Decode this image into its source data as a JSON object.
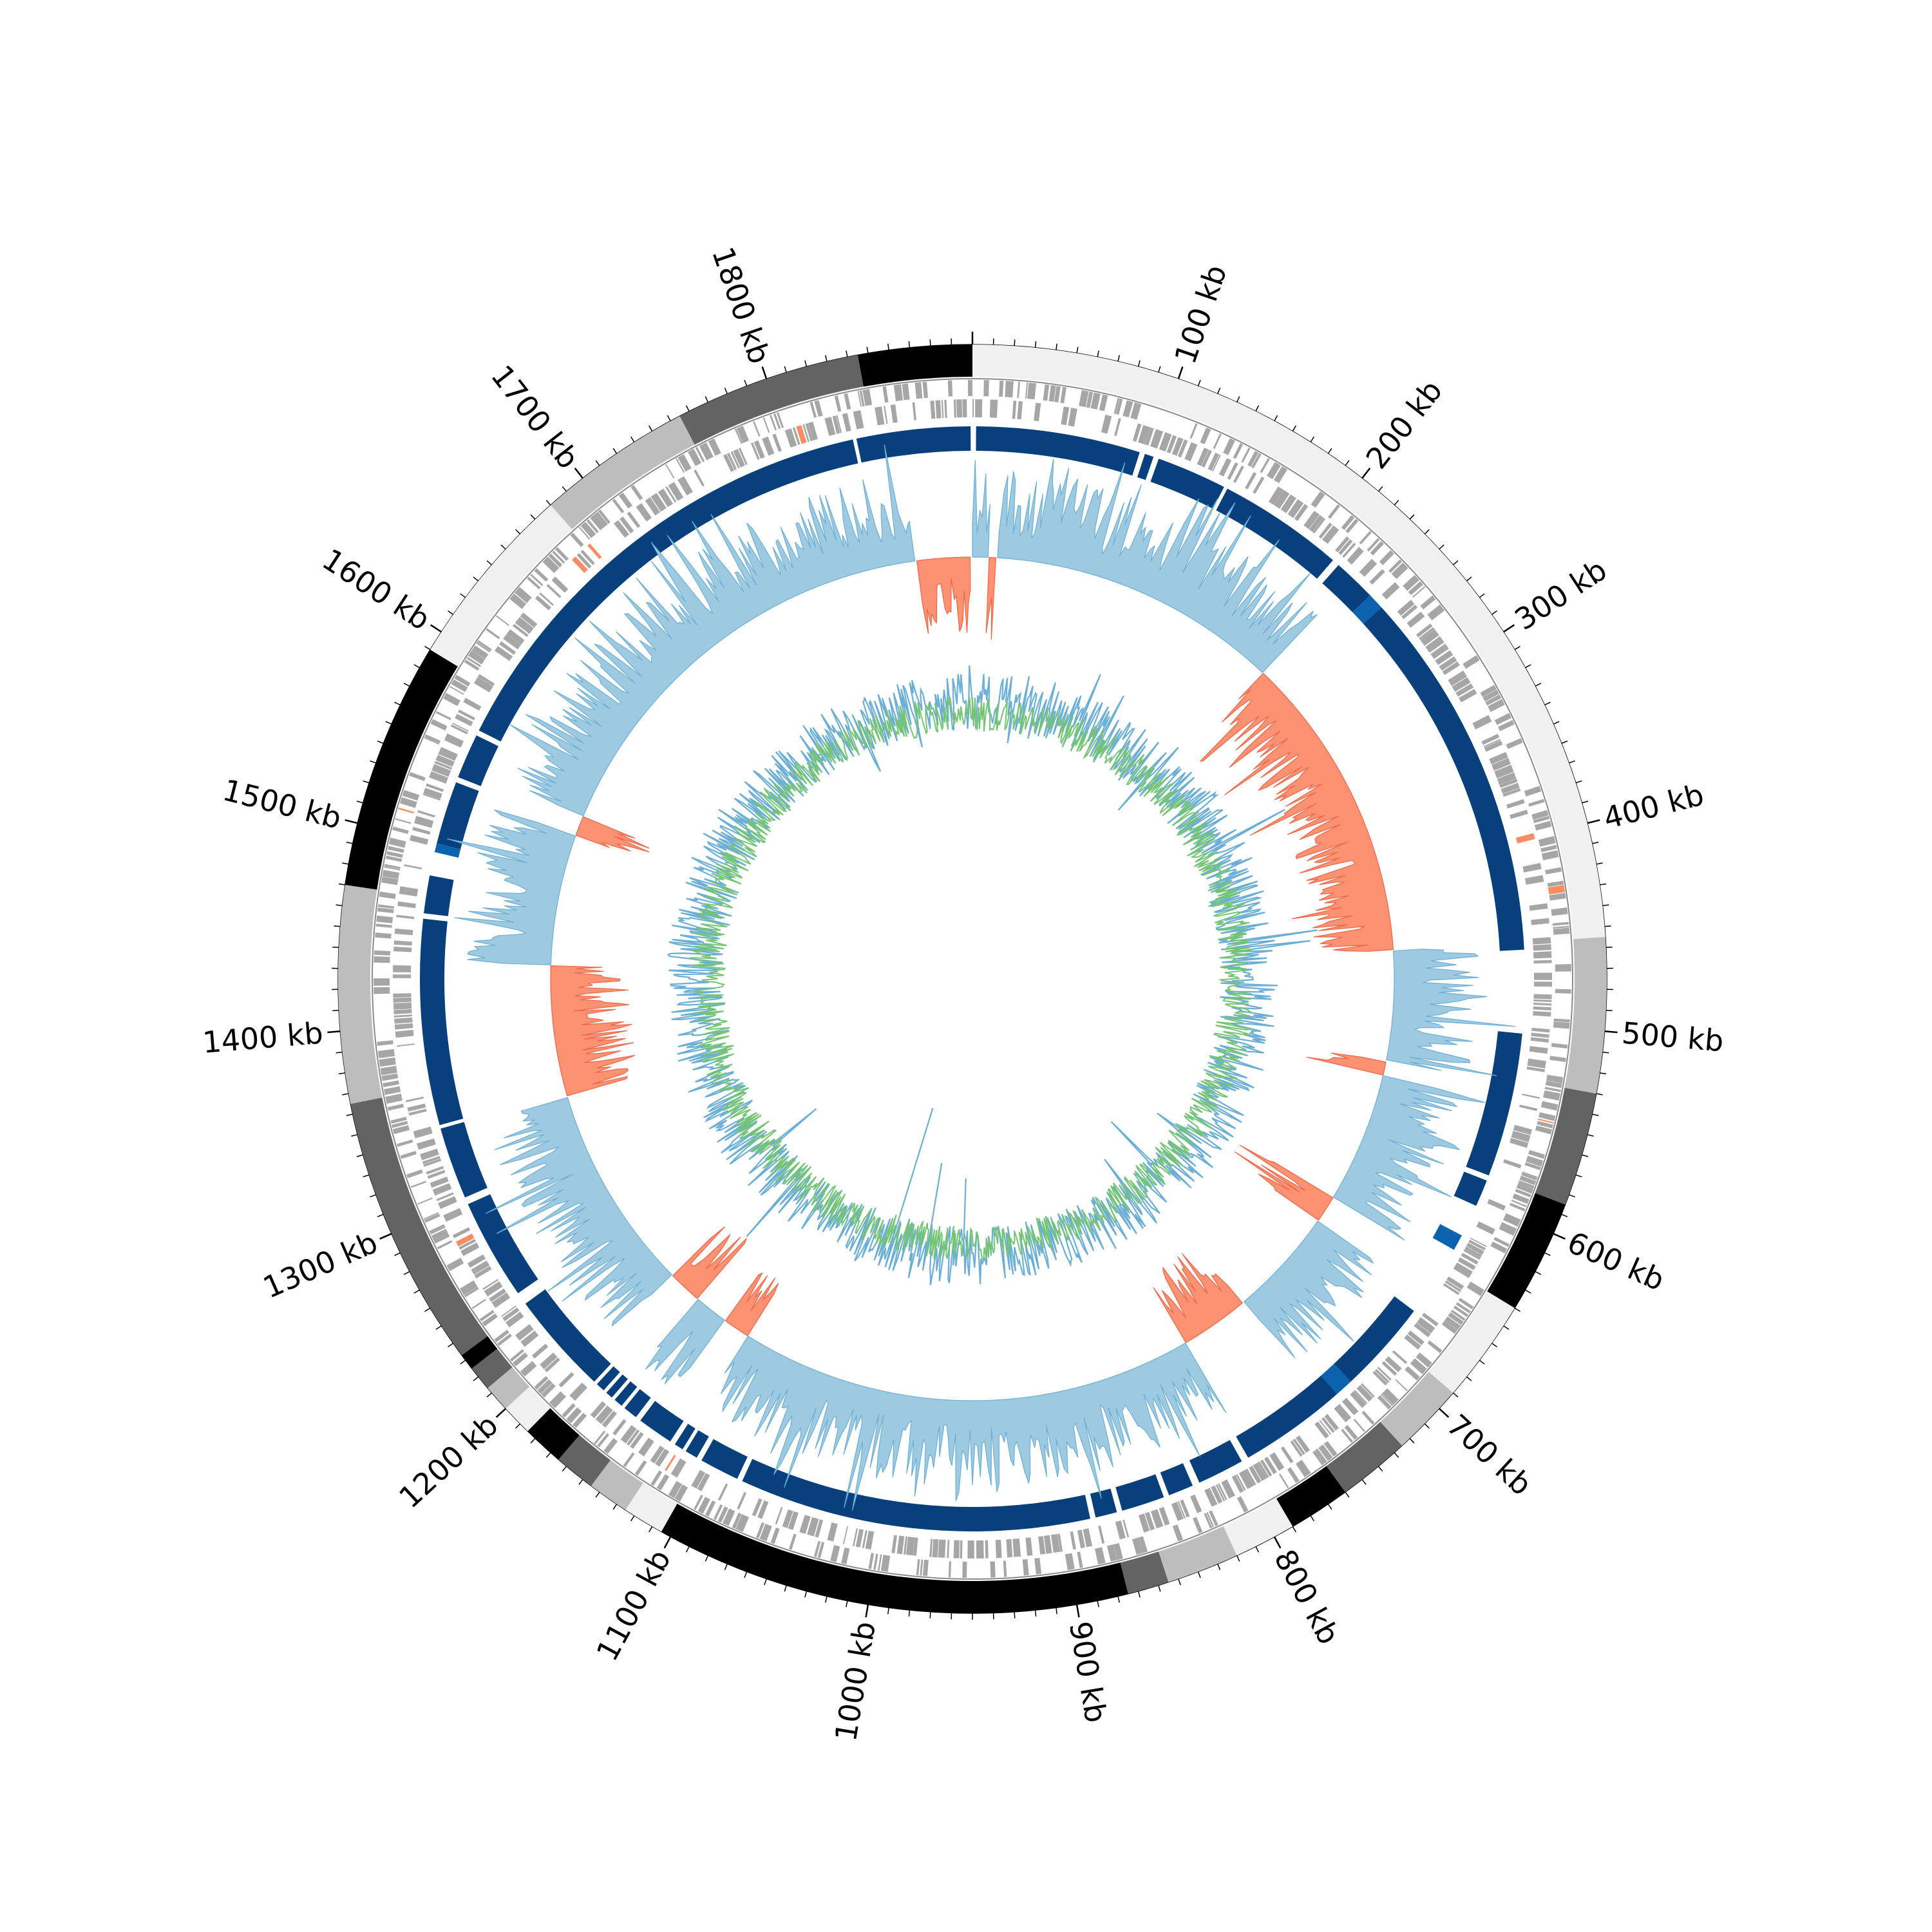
{
  "chart_data": {
    "type": "circular-genome-map",
    "genome_length_kb": 1900,
    "tick_labels": [
      {
        "kb": 100,
        "label": "100 kb"
      },
      {
        "kb": 200,
        "label": "200 kb"
      },
      {
        "kb": 300,
        "label": "300 kb"
      },
      {
        "kb": 400,
        "label": "400 kb"
      },
      {
        "kb": 500,
        "label": "500 kb"
      },
      {
        "kb": 600,
        "label": "600 kb"
      },
      {
        "kb": 700,
        "label": "700 kb"
      },
      {
        "kb": 800,
        "label": "800 kb"
      },
      {
        "kb": 900,
        "label": "900 kb"
      },
      {
        "kb": 1000,
        "label": "1000 kb"
      },
      {
        "kb": 1100,
        "label": "1100 kb"
      },
      {
        "kb": 1200,
        "label": "1200 kb"
      },
      {
        "kb": 1300,
        "label": "1300 kb"
      },
      {
        "kb": 1400,
        "label": "1400 kb"
      },
      {
        "kb": 1500,
        "label": "1500 kb"
      },
      {
        "kb": 1600,
        "label": "1600 kb"
      },
      {
        "kb": 1700,
        "label": "1700 kb"
      },
      {
        "kb": 1800,
        "label": "1800 kb"
      }
    ],
    "contig_track": [
      {
        "start": 0,
        "end": 455,
        "color": "#f0f0f0"
      },
      {
        "start": 455,
        "end": 530,
        "color": "#bdbdbd"
      },
      {
        "start": 530,
        "end": 585,
        "color": "#636363"
      },
      {
        "start": 585,
        "end": 640,
        "color": "#000000"
      },
      {
        "start": 640,
        "end": 690,
        "color": "#f0f0f0"
      },
      {
        "start": 690,
        "end": 725,
        "color": "#bdbdbd"
      },
      {
        "start": 725,
        "end": 760,
        "color": "#636363"
      },
      {
        "start": 760,
        "end": 790,
        "color": "#000000"
      },
      {
        "start": 790,
        "end": 820,
        "color": "#f0f0f0"
      },
      {
        "start": 820,
        "end": 855,
        "color": "#bdbdbd"
      },
      {
        "start": 855,
        "end": 875,
        "color": "#636363"
      },
      {
        "start": 875,
        "end": 1105,
        "color": "#000000"
      },
      {
        "start": 1105,
        "end": 1125,
        "color": "#f0f0f0"
      },
      {
        "start": 1125,
        "end": 1145,
        "color": "#bdbdbd"
      },
      {
        "start": 1145,
        "end": 1165,
        "color": "#636363"
      },
      {
        "start": 1165,
        "end": 1185,
        "color": "#000000"
      },
      {
        "start": 1185,
        "end": 1200,
        "color": "#f0f0f0"
      },
      {
        "start": 1200,
        "end": 1213,
        "color": "#bdbdbd"
      },
      {
        "start": 1213,
        "end": 1225,
        "color": "#636363"
      },
      {
        "start": 1225,
        "end": 1233,
        "color": "#000000"
      },
      {
        "start": 1233,
        "end": 1365,
        "color": "#636363"
      },
      {
        "start": 1365,
        "end": 1470,
        "color": "#bdbdbd"
      },
      {
        "start": 1470,
        "end": 1590,
        "color": "#000000"
      },
      {
        "start": 1590,
        "end": 1680,
        "color": "#f0f0f0"
      },
      {
        "start": 1680,
        "end": 1755,
        "color": "#bdbdbd"
      },
      {
        "start": 1755,
        "end": 1845,
        "color": "#636363"
      },
      {
        "start": 1845,
        "end": 1900,
        "color": "#000000"
      }
    ],
    "alignment_blocks": [
      {
        "start": 2,
        "end": 93,
        "color": "#08407e"
      },
      {
        "start": 96,
        "end": 101,
        "color": "#08407e"
      },
      {
        "start": 104,
        "end": 143,
        "color": "#08407e"
      },
      {
        "start": 145,
        "end": 215,
        "color": "#08407e"
      },
      {
        "start": 219,
        "end": 243,
        "color": "#08407e"
      },
      {
        "start": 243,
        "end": 252,
        "color": "#0b63ad"
      },
      {
        "start": 252,
        "end": 459,
        "color": "#08407e"
      },
      {
        "start": 505,
        "end": 585,
        "color": "#08407e"
      },
      {
        "start": 588,
        "end": 603,
        "color": "#08407e"
      },
      {
        "start": 621,
        "end": 630,
        "color": "#0b63ad"
      },
      {
        "start": 670,
        "end": 722,
        "color": "#08407e"
      },
      {
        "start": 722,
        "end": 732,
        "color": "#0b63ad"
      },
      {
        "start": 732,
        "end": 792,
        "color": "#08407e"
      },
      {
        "start": 796,
        "end": 822,
        "color": "#08407e"
      },
      {
        "start": 826,
        "end": 840,
        "color": "#08407e"
      },
      {
        "start": 843,
        "end": 867,
        "color": "#08407e"
      },
      {
        "start": 870,
        "end": 882,
        "color": "#08407e"
      },
      {
        "start": 885,
        "end": 1080,
        "color": "#08407e"
      },
      {
        "start": 1083,
        "end": 1105,
        "color": "#08407e"
      },
      {
        "start": 1108,
        "end": 1115,
        "color": "#08407e"
      },
      {
        "start": 1117,
        "end": 1122,
        "color": "#08407e"
      },
      {
        "start": 1125,
        "end": 1145,
        "color": "#08407e"
      },
      {
        "start": 1148,
        "end": 1156,
        "color": "#08407e"
      },
      {
        "start": 1158,
        "end": 1163,
        "color": "#08407e"
      },
      {
        "start": 1165,
        "end": 1169,
        "color": "#08407e"
      },
      {
        "start": 1171,
        "end": 1176,
        "color": "#08407e"
      },
      {
        "start": 1178,
        "end": 1235,
        "color": "#08407e"
      },
      {
        "start": 1242,
        "end": 1298,
        "color": "#08407e"
      },
      {
        "start": 1302,
        "end": 1342,
        "color": "#08407e"
      },
      {
        "start": 1344,
        "end": 1458,
        "color": "#08407e"
      },
      {
        "start": 1461,
        "end": 1482,
        "color": "#08407e"
      },
      {
        "start": 1495,
        "end": 1500,
        "color": "#0b63ad"
      },
      {
        "start": 1500,
        "end": 1535,
        "color": "#08407e"
      },
      {
        "start": 1538,
        "end": 1563,
        "color": "#08407e"
      },
      {
        "start": 1566,
        "end": 1834,
        "color": "#08407e"
      },
      {
        "start": 1836,
        "end": 1899,
        "color": "#08407e"
      }
    ],
    "gc_skew_segments": [
      {
        "start": 0,
        "end": 12,
        "sign": "positive",
        "color": "#9ecae1"
      },
      {
        "start": 12,
        "end": 18,
        "sign": "negative",
        "color": "#fc9272"
      },
      {
        "start": 18,
        "end": 230,
        "sign": "positive",
        "color": "#9ecae1"
      },
      {
        "start": 230,
        "end": 455,
        "sign": "negative",
        "color": "#fc9272"
      },
      {
        "start": 455,
        "end": 535,
        "sign": "positive",
        "color": "#9ecae1"
      },
      {
        "start": 535,
        "end": 545,
        "sign": "negative",
        "color": "#fc9272"
      },
      {
        "start": 545,
        "end": 640,
        "sign": "positive",
        "color": "#9ecae1"
      },
      {
        "start": 640,
        "end": 660,
        "sign": "negative",
        "color": "#fc9272"
      },
      {
        "start": 660,
        "end": 740,
        "sign": "positive",
        "color": "#9ecae1"
      },
      {
        "start": 740,
        "end": 790,
        "sign": "negative",
        "color": "#fc9272"
      },
      {
        "start": 790,
        "end": 1120,
        "sign": "positive",
        "color": "#9ecae1"
      },
      {
        "start": 1120,
        "end": 1140,
        "sign": "negative",
        "color": "#fc9272"
      },
      {
        "start": 1140,
        "end": 1165,
        "sign": "positive",
        "color": "#9ecae1"
      },
      {
        "start": 1165,
        "end": 1190,
        "sign": "negative",
        "color": "#fc9272"
      },
      {
        "start": 1190,
        "end": 1340,
        "sign": "positive",
        "color": "#9ecae1"
      },
      {
        "start": 1340,
        "end": 1435,
        "sign": "negative",
        "color": "#fc9272"
      },
      {
        "start": 1435,
        "end": 1530,
        "sign": "positive",
        "color": "#9ecae1"
      },
      {
        "start": 1530,
        "end": 1545,
        "sign": "negative",
        "color": "#fc9272"
      },
      {
        "start": 1545,
        "end": 1860,
        "sign": "positive",
        "color": "#9ecae1"
      },
      {
        "start": 1860,
        "end": 1899,
        "sign": "negative",
        "color": "#fc9272"
      }
    ],
    "colors": {
      "gene_features": "#a6a6a6",
      "rna_features": "#fc8d62",
      "gc_content": "#6baed6",
      "gc_content_inner": "#74c476"
    }
  }
}
